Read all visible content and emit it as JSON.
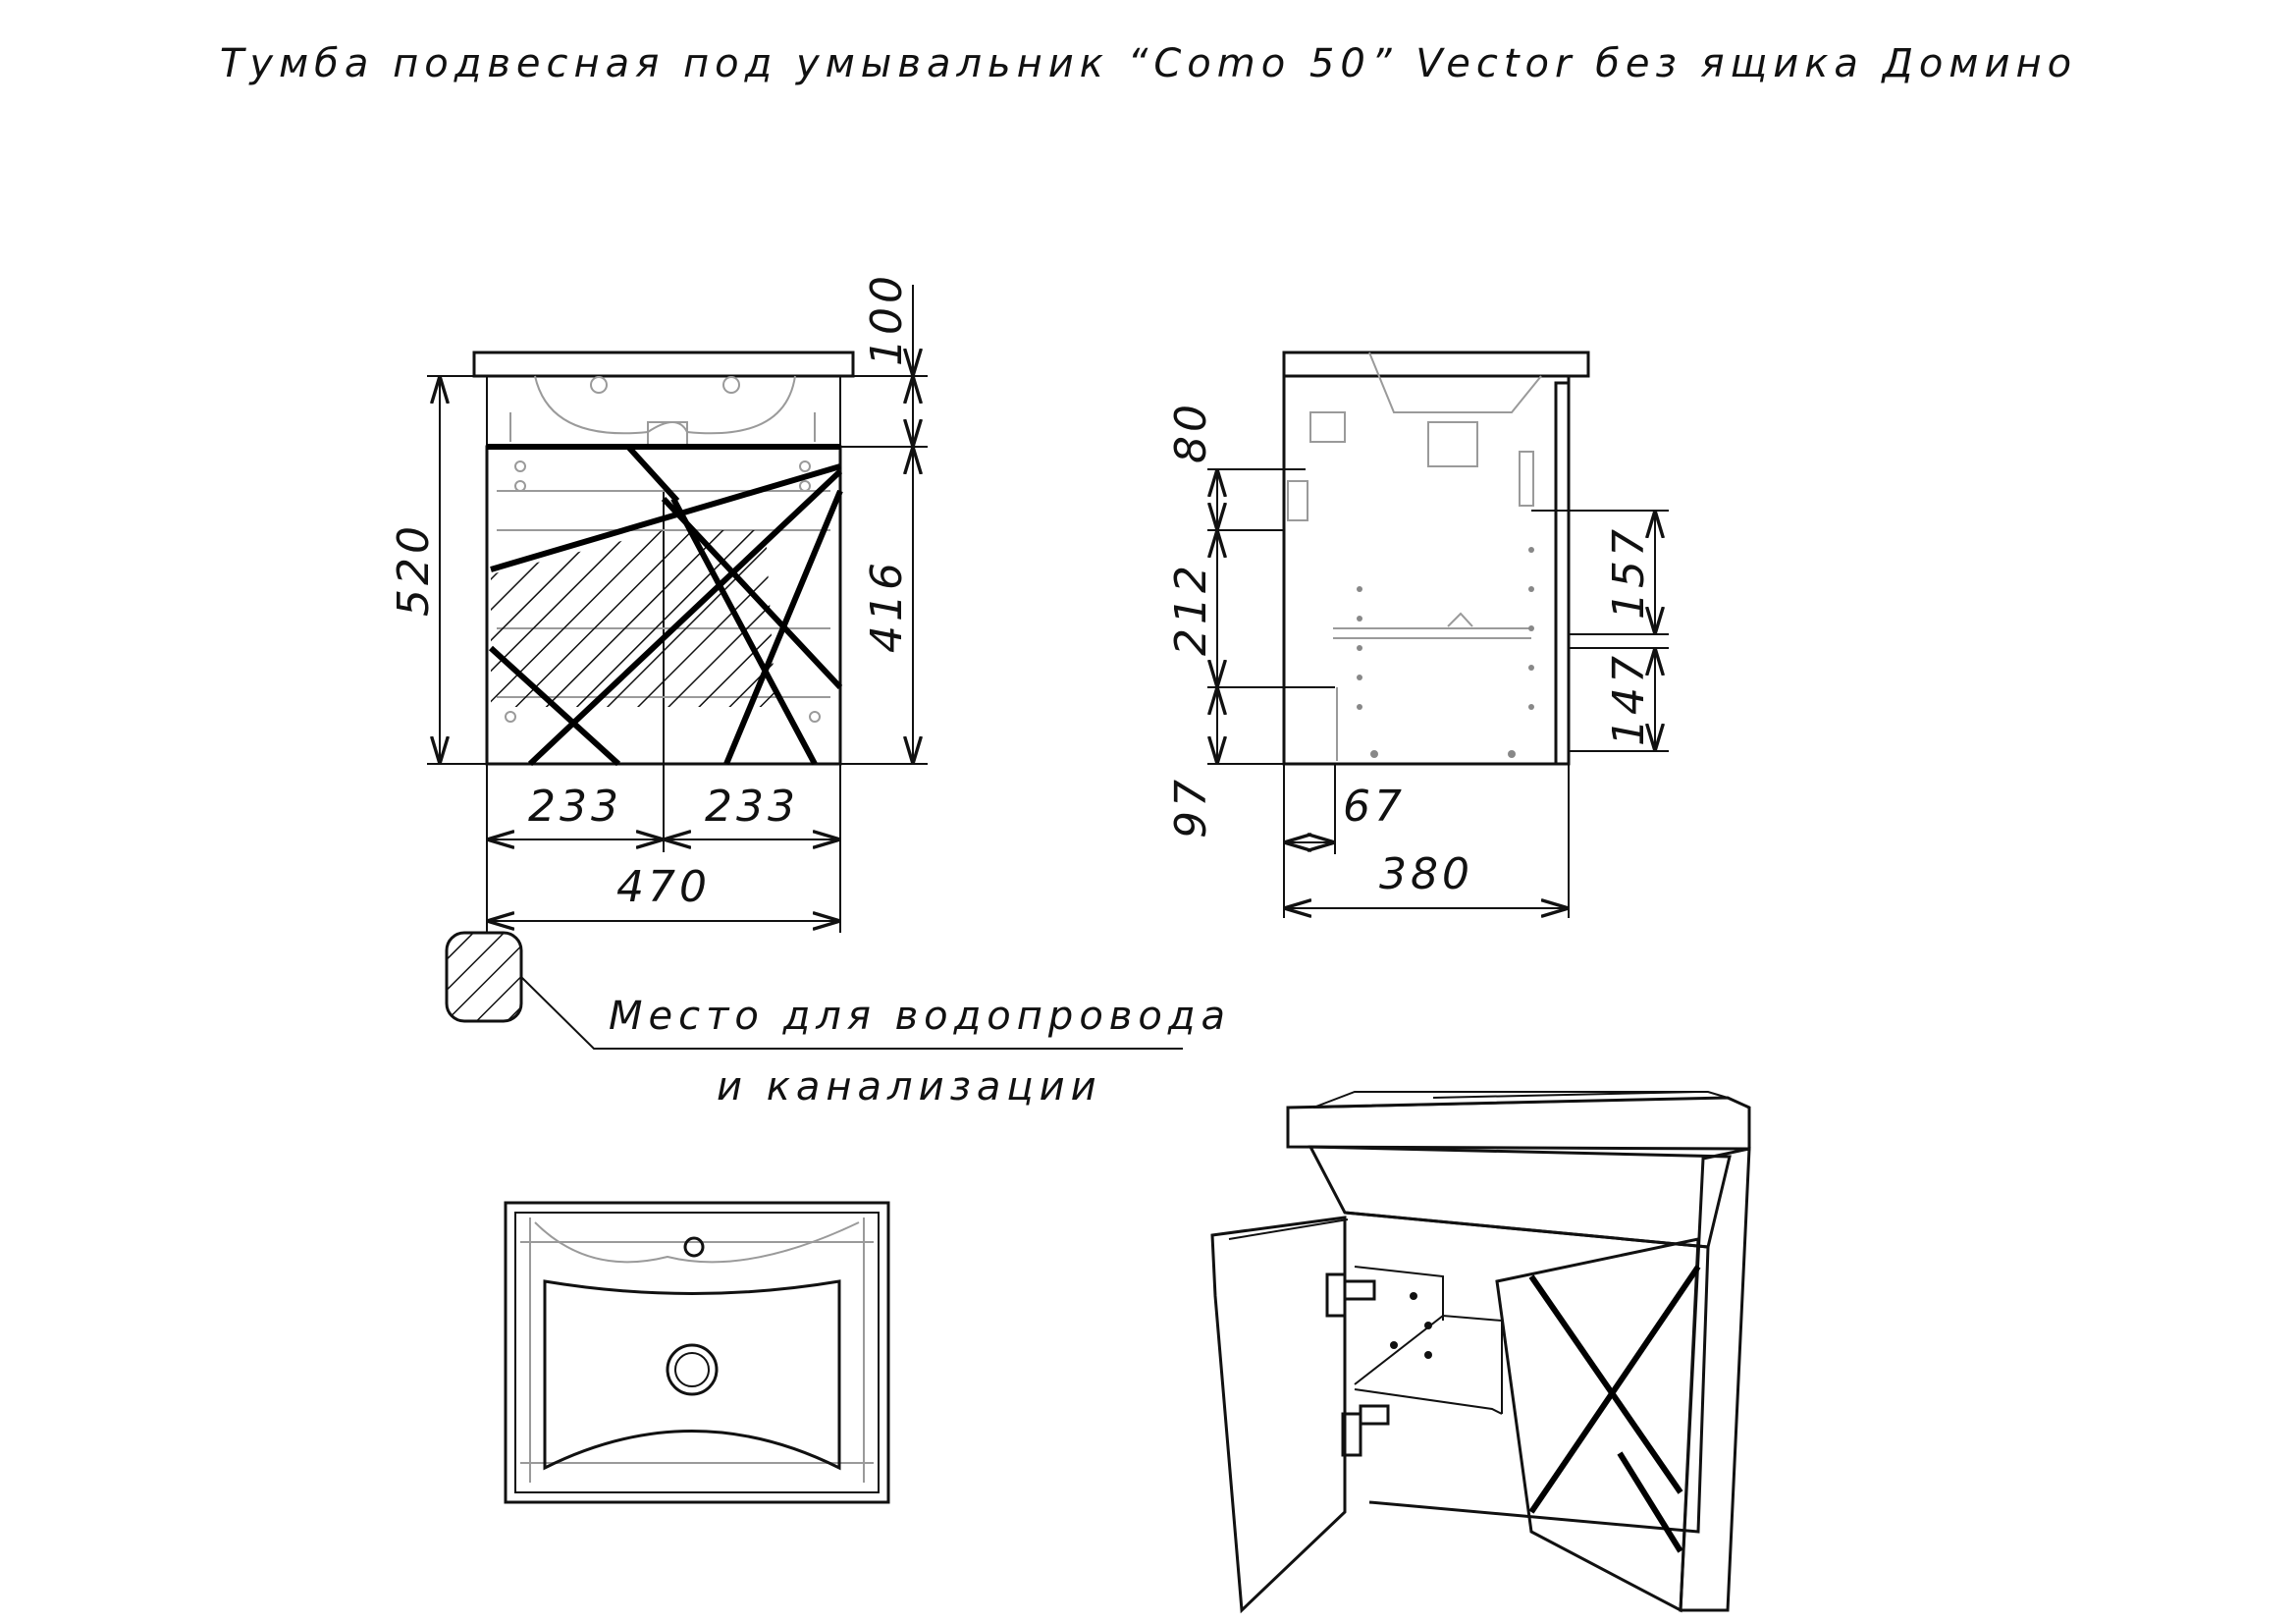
{
  "title": "Тумба подвесная под умывальник “Como 50” Vector без ящика Домино",
  "front_view": {
    "dimensions": {
      "sink_height": "100",
      "total_height": "520",
      "body_height": "416",
      "door_left_width": "233",
      "door_right_width": "233",
      "total_width": "470"
    }
  },
  "side_view": {
    "dimensions": {
      "d80": "80",
      "d212": "212",
      "d97": "97",
      "d67": "67",
      "depth": "380",
      "d157": "157",
      "d147": "147"
    }
  },
  "legend": {
    "line1": "Место для водопровода",
    "line2": "и канализации"
  }
}
